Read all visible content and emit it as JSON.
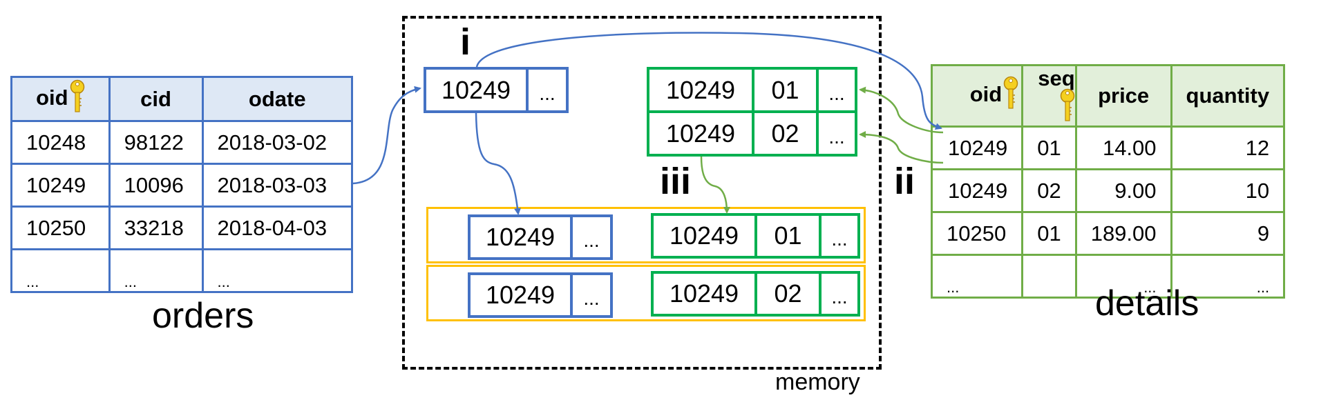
{
  "orders": {
    "caption": "orders",
    "columns": [
      "oid",
      "cid",
      "odate"
    ],
    "key_columns": [
      "oid"
    ],
    "rows": [
      [
        "10248",
        "98122",
        "2018-03-02"
      ],
      [
        "10249",
        "10096",
        "2018-03-03"
      ],
      [
        "10250",
        "33218",
        "2018-04-03"
      ],
      [
        "...",
        "...",
        "..."
      ]
    ]
  },
  "details": {
    "caption": "details",
    "columns": [
      "oid",
      "seq",
      "price",
      "quantity"
    ],
    "key_columns": [
      "oid",
      "seq"
    ],
    "rows": [
      [
        "10249",
        "01",
        "14.00",
        "12"
      ],
      [
        "10249",
        "02",
        "9.00",
        "10"
      ],
      [
        "10250",
        "01",
        "189.00",
        "9"
      ],
      [
        "...",
        "",
        "...",
        "..."
      ]
    ]
  },
  "memory": {
    "label": "memory",
    "step_labels": {
      "i": "i",
      "ii": "ii",
      "iii": "iii"
    },
    "order_tuple": [
      "10249",
      "..."
    ],
    "detail_tuples": [
      [
        "10249",
        "01",
        "..."
      ],
      [
        "10249",
        "02",
        "..."
      ]
    ],
    "joined": [
      {
        "order": [
          "10249",
          "..."
        ],
        "detail": [
          "10249",
          "01",
          "..."
        ]
      },
      {
        "order": [
          "10249",
          "..."
        ],
        "detail": [
          "10249",
          "02",
          "..."
        ]
      }
    ]
  },
  "colors": {
    "orders_border": "#4472C4",
    "orders_header": "#DEE8F5",
    "details_border": "#70AD47",
    "details_header": "#E2EFDA",
    "memory_detail_border": "#00B050",
    "join_border": "#FFC000",
    "arrow_blue": "#4472C4",
    "arrow_green": "#70AD47"
  }
}
